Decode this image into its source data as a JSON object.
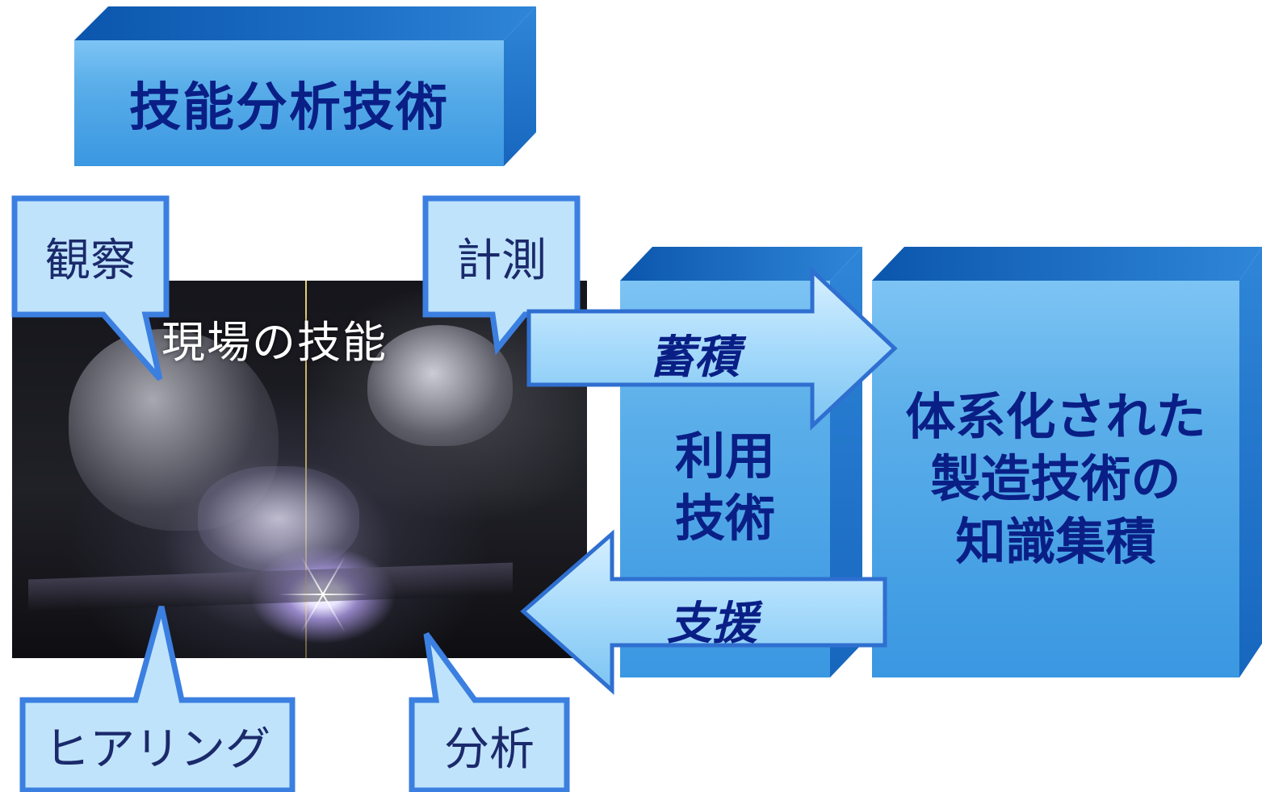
{
  "title": "技能分析技術",
  "photo": {
    "label": "現場の技能"
  },
  "callouts": {
    "observation": "観察",
    "measurement": "計測",
    "hearing": "ヒアリング",
    "analysis": "分析"
  },
  "utilization_box": {
    "line1": "利用",
    "line2": "技術"
  },
  "knowledge_box": {
    "line1": "体系化された",
    "line2": "製造技術の",
    "line3": "知識集積"
  },
  "arrows": {
    "accumulate": "蓄積",
    "support": "支援"
  },
  "colors": {
    "box_front": "#5aaee9",
    "box_top": "#0b56ad",
    "text": "#0a1f86",
    "callout_fill": "#bfe3fb",
    "callout_stroke": "#3b7fe0"
  }
}
